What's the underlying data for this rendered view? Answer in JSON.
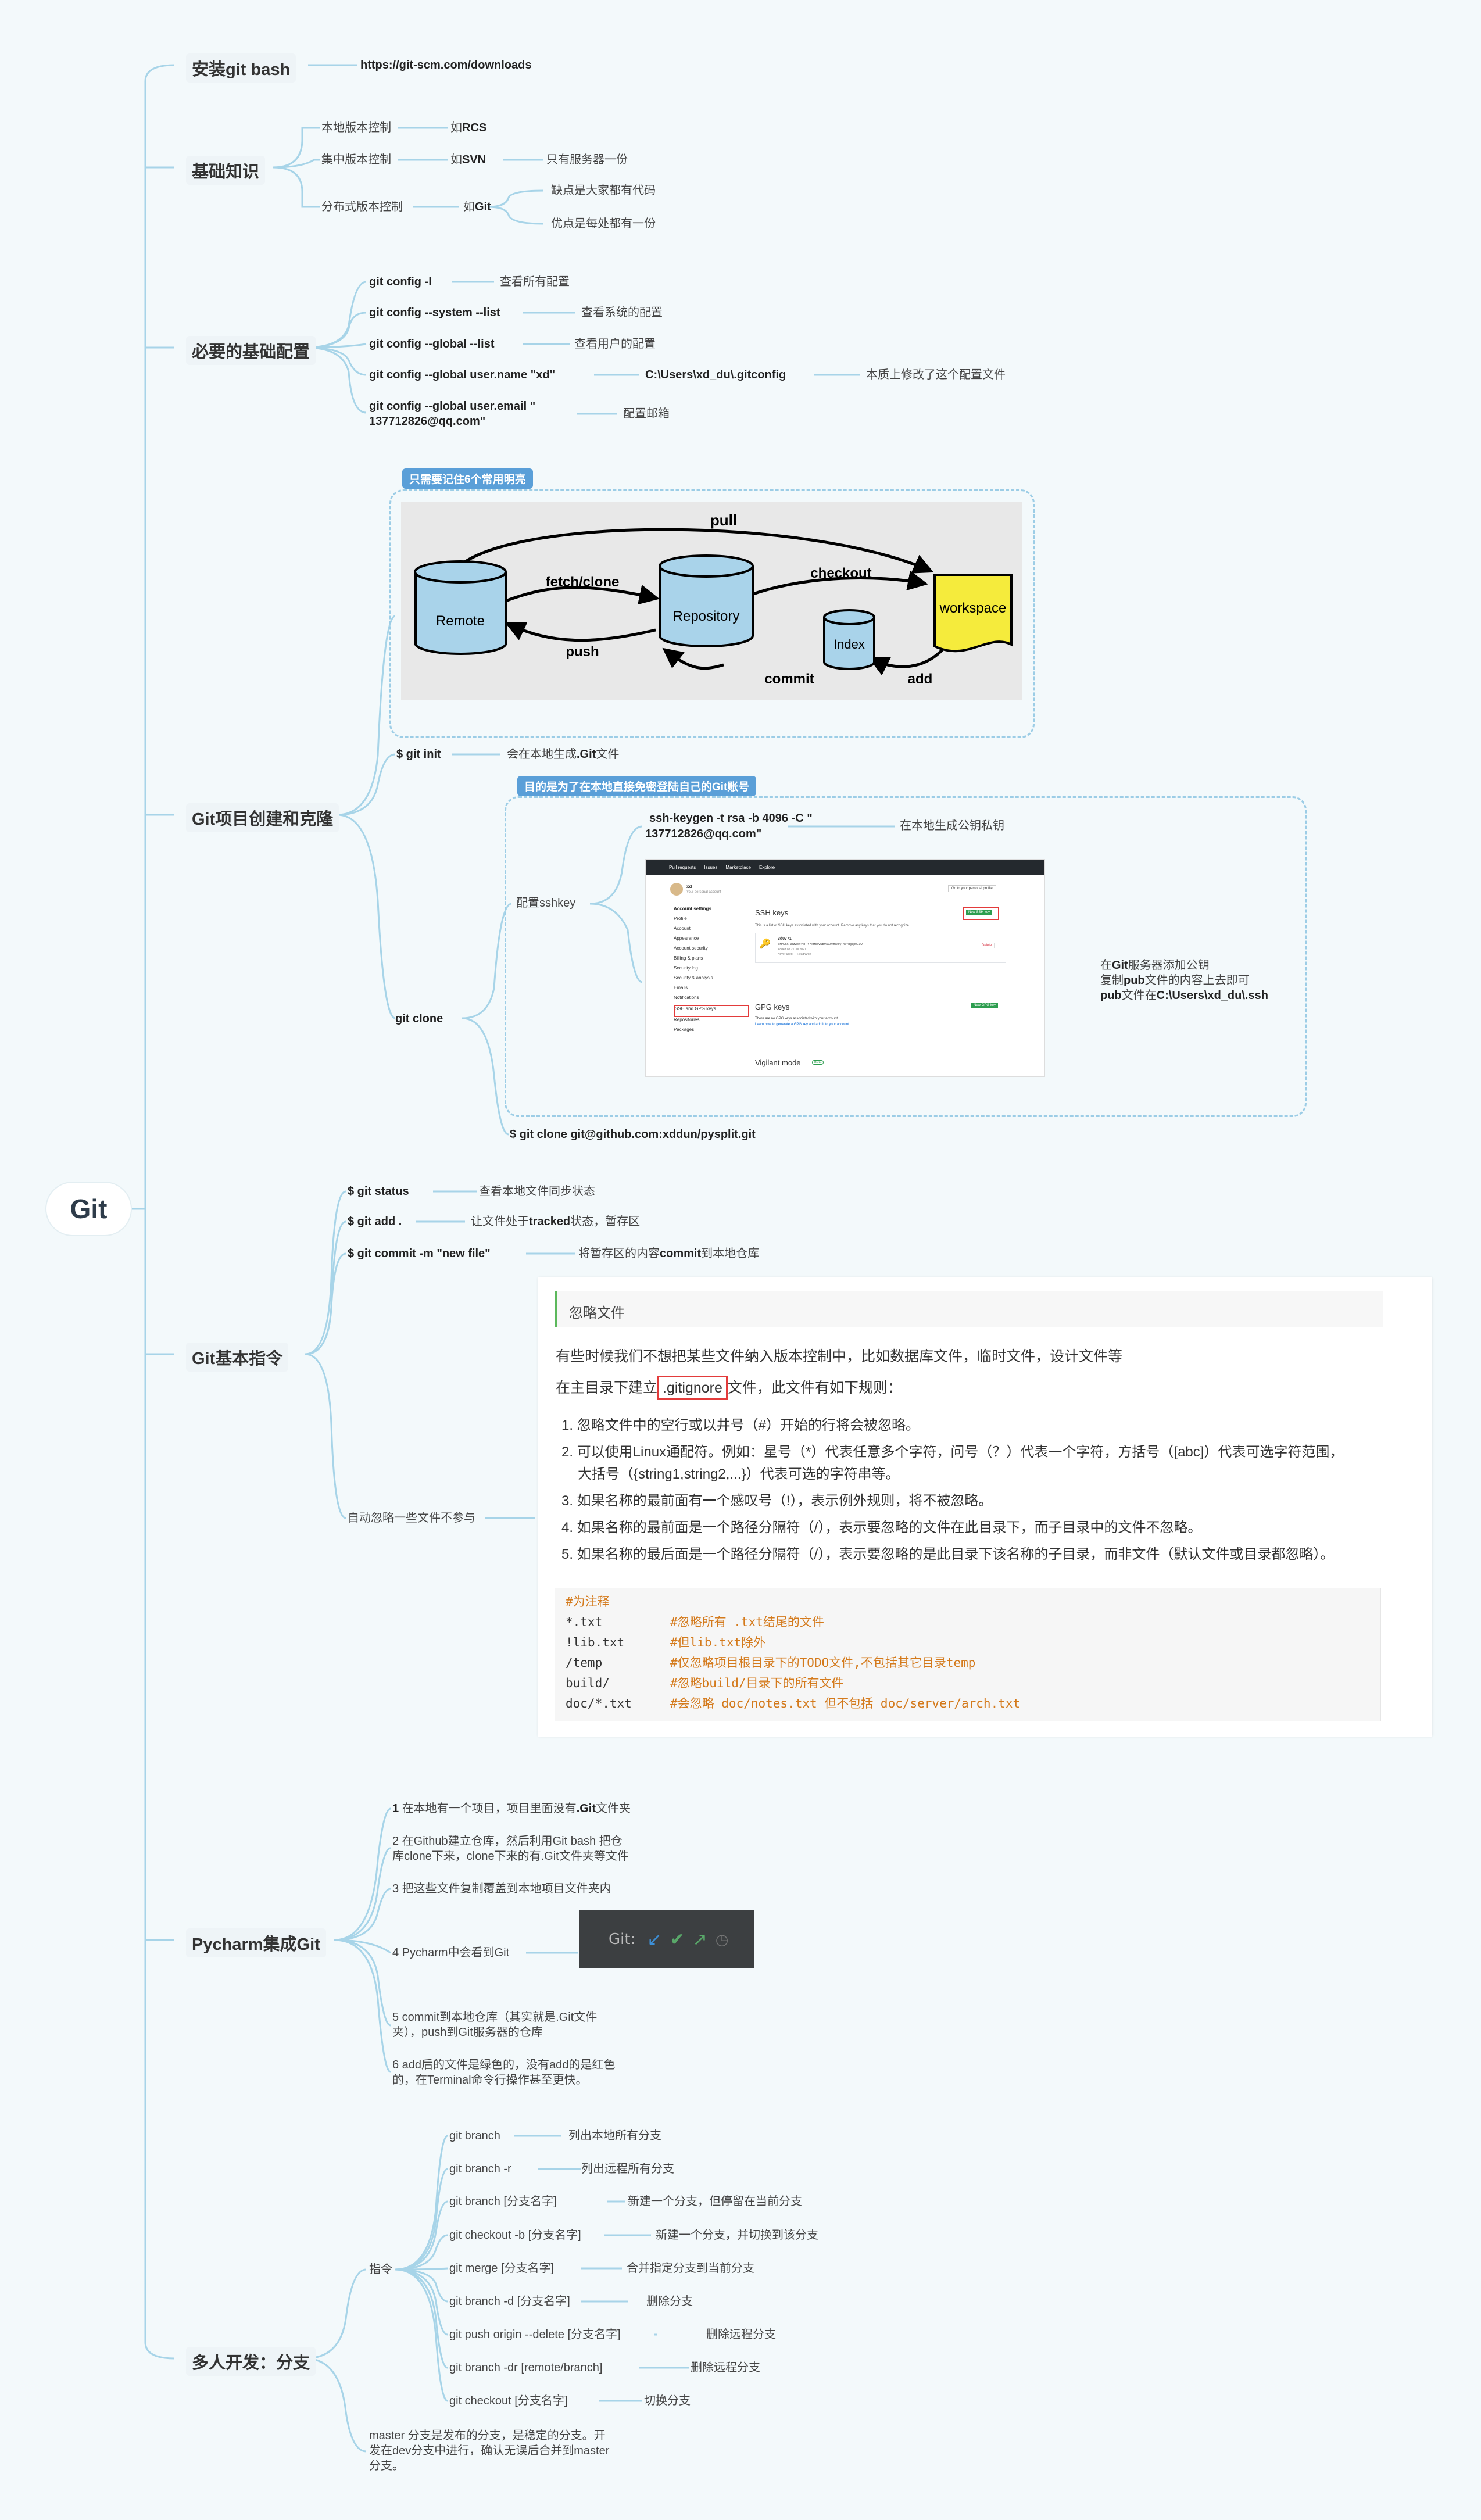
{
  "root": "Git",
  "colors": {
    "line": "#a7d4e8",
    "bg": "#f3f9fb",
    "accent": "#5a9fd8",
    "red": "#e33b3b",
    "workspace": "#f5eb3c",
    "repo": "#a9d3ea",
    "orange": "#d47a1c",
    "green": "#2d9d4f"
  },
  "install": {
    "title": "安装git bash",
    "url": "https://git-scm.com/downloads"
  },
  "basics": {
    "title": "基础知识",
    "local": "本地版本控制",
    "local_ex": "如",
    "local_ex_b": "RCS",
    "central": "集中版本控制",
    "central_ex": "如",
    "central_ex_b": "SVN",
    "central_note": "只有服务器一份",
    "dist": "分布式版本控制",
    "dist_ex": "如",
    "dist_ex_b": "Git",
    "dist_con": "缺点是大家都有代码",
    "dist_pro": "优点是每处都有一份"
  },
  "config": {
    "title": "必要的基础配置",
    "items": [
      {
        "cmd": "git config -l",
        "desc": "查看所有配置"
      },
      {
        "cmd": "git config --system --list",
        "desc": "查看系统的配置"
      },
      {
        "cmd": "git config --global --list",
        "desc": "查看用户的配置"
      },
      {
        "cmd": "git config --global user.name \"xd\"",
        "path": "C:\\Users\\xd_du\\.gitconfig",
        "desc": "本质上修改了这个配置文件"
      },
      {
        "cmd": "git config --global user.email \"",
        "cmd2": "137712826@qq.com\"",
        "desc": "配置邮箱"
      }
    ]
  },
  "project": {
    "title": "Git项目创建和克隆",
    "diagram_tag": "只需要记住6个常用明亮",
    "diagram": {
      "pull": "pull",
      "fetch": "fetch/clone",
      "checkout": "checkout",
      "push": "push",
      "commit": "commit",
      "add": "add",
      "remote": "Remote",
      "repository": "Repository",
      "index": "Index",
      "workspace": "workspace"
    },
    "init_cmd": "$ git init",
    "init_desc": "会在本地生成",
    "init_desc_b": ".Git",
    "init_desc2": "文件",
    "ssh_tag": "目的是为了在本地直接免密登陆自己的Git账号",
    "ssh_label": "配置sshkey",
    "keygen1": "ssh-keygen -t rsa -b 4096 -C \"",
    "keygen2": "137712826@qq.com\"",
    "keygen_desc": "在本地生成公钥私钥",
    "gitclone": "git clone",
    "addkey1": "在",
    "addkey1b": "Git",
    "addkey1c": "服务器添加公钥",
    "addkey2": "复制",
    "addkey2b": "pub",
    "addkey2c": "文件的内容上去即可",
    "addkey3b": "pub",
    "addkey3c": "文件在",
    "addkey3d": "C:\\Users\\xd_du\\.ssh",
    "clone_cmd": "$ git clone git@github.com:xddun/pysplit.git",
    "gh": {
      "nav": [
        "Pull requests",
        "Issues",
        "Marketplace",
        "Explore"
      ],
      "user": "xd",
      "user_sub": "Your personal account",
      "profile_btn": "Go to your personal profile",
      "menu": [
        "Account settings",
        "Profile",
        "Account",
        "Appearance",
        "Account security",
        "Billing & plans",
        "Security log",
        "Security & analysis",
        "Emails",
        "Notifications",
        "SSH and GPG keys",
        "Repositories",
        "Packages"
      ],
      "ssh_title": "SSH keys",
      "new_ssh": "New SSH key",
      "ssh_line": "This is a list of SSH keys associated with your account. Remove any keys that you do not recognize.",
      "key_name": "3d0771",
      "key_fp": "SHA256: 38zwo7+4b+/YHkHcbVwbm6C9+mv8ry+n6Ydgsjp0C1U",
      "key_added": "Added on 21 Jul 2021",
      "key_used": "Never used — Read/write",
      "delete": "Delete",
      "gpg_title": "GPG keys",
      "new_gpg": "New GPG key",
      "gpg_line": "There are no GPG keys associated with your account.",
      "gpg_link": "Learn how to generate a GPG key and add it to your account.",
      "vigilant": "Vigilant mode",
      "beta": "Beta"
    }
  },
  "basic_cmds": {
    "title": "Git基本指令",
    "items": [
      {
        "cmd": "$ git status",
        "desc": "查看本地文件同步状态"
      },
      {
        "cmd": "$ git add .",
        "desc_a": "让文件处于",
        "desc_b": "tracked",
        "desc_c": "状态，暂存区"
      },
      {
        "cmd": "$ git commit -m \"new file\"",
        "desc_a": "将暂存区的内容",
        "desc_b": "commit",
        "desc_c": "到本地仓库"
      }
    ],
    "ignore_label": "自动忽略一些文件不参与",
    "ignore_title": "忽略文件",
    "ignore_p1": "有些时候我们不想把某些文件纳入版本控制中，比如数据库文件，临时文件，设计文件等",
    "ignore_p2a": "在主目录下建立",
    "ignore_p2b": ".gitignore",
    "ignore_p2c": "文件，此文件有如下规则：",
    "rules": [
      "1. 忽略文件中的空行或以井号（#）开始的行将会被忽略。",
      "2. 可以使用Linux通配符。例如：星号（*）代表任意多个字符，问号（？）代表一个字符，方括号（[abc]）代表可选字符范围，",
      "大括号（{string1,string2,...}）代表可选的字符串等。",
      "3. 如果名称的最前面有一个感叹号（!），表示例外规则，将不被忽略。",
      "4. 如果名称的最前面是一个路径分隔符（/），表示要忽略的文件在此目录下，而子目录中的文件不忽略。",
      "5. 如果名称的最后面是一个路径分隔符（/），表示要忽略的是此目录下该名称的子目录，而非文件（默认文件或目录都忽略）。"
    ],
    "code": [
      {
        "a": "#为注释",
        "b": ""
      },
      {
        "a": "*.txt",
        "b": "#忽略所有 .txt结尾的文件"
      },
      {
        "a": "!lib.txt",
        "b": "#但lib.txt除外"
      },
      {
        "a": "/temp",
        "b": "#仅忽略项目根目录下的TODO文件,不包括其它目录temp"
      },
      {
        "a": "build/",
        "b": "#忽略build/目录下的所有文件"
      },
      {
        "a": "doc/*.txt",
        "b": "#会忽略 doc/notes.txt 但不包括 doc/server/arch.txt"
      }
    ]
  },
  "pycharm": {
    "title": "Pycharm集成Git",
    "s1a": "1",
    "s1b": " 在本地有一个项目，项目里面没有",
    "s1c": ".Git",
    "s1d": "文件夹",
    "s2a": "2 在Github建立仓库，然后利用Git bash 把仓",
    "s2b": "库clone下来，clone下来的有.Git文件夹等文件",
    "s3": "3 把这些文件复制覆盖到本地项目文件夹内",
    "s4": "4 Pycharm中会看到Git",
    "git_label": "Git:",
    "s5a": "5 commit到本地仓库（其实就是.Git文件",
    "s5b": "夹），push到Git服务器的仓库",
    "s6a": "6 add后的文件是绿色的，没有add的是红色",
    "s6b": "的，在Terminal命令行操作甚至更快。"
  },
  "branch": {
    "title": "多人开发：分支",
    "cmd_label": "指令",
    "items": [
      {
        "cmd": "git branch",
        "desc": "列出本地所有分支"
      },
      {
        "cmd": "git branch -r",
        "desc": "列出远程所有分支"
      },
      {
        "cmd": "git branch [分支名字]",
        "desc": "新建一个分支，但停留在当前分支"
      },
      {
        "cmd": "git checkout -b [分支名字]",
        "desc": "新建一个分支，并切换到该分支"
      },
      {
        "cmd": "git merge [分支名字]",
        "desc": "合并指定分支到当前分支"
      },
      {
        "cmd": "git branch -d [分支名字]",
        "desc": "删除分支"
      },
      {
        "cmd": "git push origin --delete [分支名字]",
        "desc": "删除远程分支"
      },
      {
        "cmd": "git branch -dr [remote/branch]",
        "desc": "删除远程分支"
      },
      {
        "cmd": "git checkout [分支名字]",
        "desc": "切换分支"
      }
    ],
    "note1": "master 分支是发布的分支，是稳定的分支。开",
    "note2": "发在dev分支中进行，确认无误后合并到master",
    "note3": "分支。"
  }
}
